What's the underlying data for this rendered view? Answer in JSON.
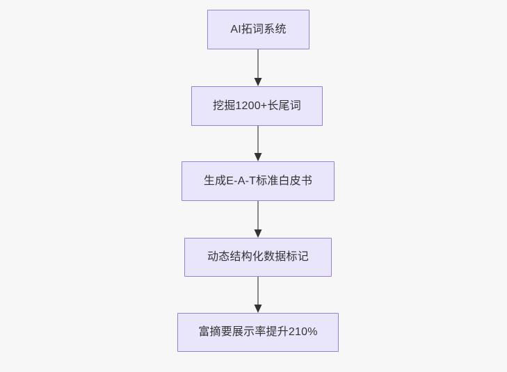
{
  "chart_data": {
    "type": "diagram",
    "diagram_type": "flowchart",
    "orientation": "top-to-bottom",
    "title": "",
    "background_color": "#f7f7f7",
    "node_fill_color": "#e9e6fb",
    "node_border_color": "#9a7fd8",
    "node_text_color": "#333333",
    "edge_color": "#888888",
    "arrowhead_color": "#333333",
    "nodes": [
      {
        "id": "n0",
        "label": "AI拓词系统"
      },
      {
        "id": "n1",
        "label": "挖掘1200+长尾词"
      },
      {
        "id": "n2",
        "label": "生成E-A-T标准白皮书"
      },
      {
        "id": "n3",
        "label": "动态结构化数据标记"
      },
      {
        "id": "n4",
        "label": "富摘要展示率提升210%"
      }
    ],
    "edges": [
      {
        "from": "n0",
        "to": "n1",
        "label": "",
        "arrow": "arrow-down-icon"
      },
      {
        "from": "n1",
        "to": "n2",
        "label": "",
        "arrow": "arrow-down-icon"
      },
      {
        "from": "n2",
        "to": "n3",
        "label": "",
        "arrow": "arrow-down-icon"
      },
      {
        "from": "n3",
        "to": "n4",
        "label": "",
        "arrow": "arrow-down-icon"
      }
    ]
  }
}
